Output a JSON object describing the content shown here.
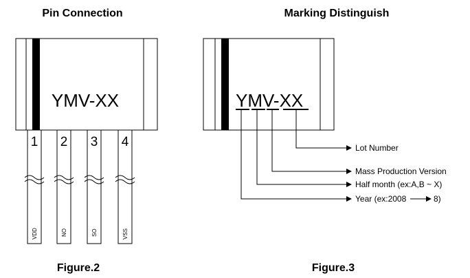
{
  "left": {
    "title": "Pin Connection",
    "marking": "YMV-XX",
    "pins": [
      {
        "number": "1",
        "label": "VDD"
      },
      {
        "number": "2",
        "label": "NO"
      },
      {
        "number": "3",
        "label": "SO"
      },
      {
        "number": "4",
        "label": "VSS"
      }
    ],
    "figure": "Figure.2"
  },
  "right": {
    "title": "Marking Distinguish",
    "marking": "YMV-XX",
    "callouts": {
      "lot": "Lot Number",
      "version": "Mass Production Version",
      "half_month": "Half month (ex:A,B ~ X)",
      "year_prefix": "Year (ex:2008",
      "year_suffix": "8)"
    },
    "figure": "Figure.3"
  }
}
